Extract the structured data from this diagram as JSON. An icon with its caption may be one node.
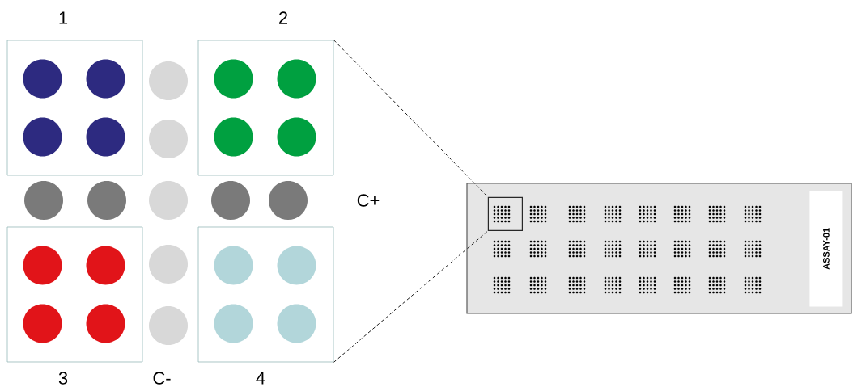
{
  "diagram": {
    "nodes": [
      {
        "text": [
          "1"
        ]
      },
      {
        "text": [
          "2"
        ]
      },
      {
        "text": [
          "3"
        ]
      },
      {
        "text": [
          "4"
        ]
      },
      {
        "text": [],
        "shape": "box"
      },
      {
        "text": [
          "ASSAY-01"
        ],
        "in": 4
      },
      {
        "text": [],
        "shape": "box",
        "in": 4
      }
    ],
    "edges": [
      {
        "from": 1,
        "to": 6,
        "arrow": "none",
        "style": "dashed"
      },
      {
        "from": 3,
        "to": 6,
        "arrow": "none",
        "style": "dashed"
      }
    ],
    "labels": [
      "C+",
      "C-"
    ]
  }
}
